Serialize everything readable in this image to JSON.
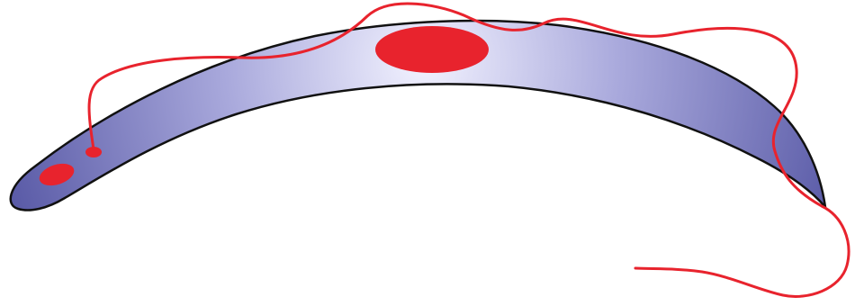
{
  "diagram": {
    "subject": "trypanosome-cell",
    "colors": {
      "background": "#ffffff",
      "cell_body_center": "#f2f2ff",
      "cell_body_mid": "#a9a9dc",
      "cell_body_edge": "#4e4f9f",
      "outline": "#111111",
      "organelle_red": "#e8232d",
      "flagellum_red": "#e8232d"
    },
    "parts": [
      {
        "id": "cell-body",
        "type": "crescent-body"
      },
      {
        "id": "nucleus",
        "type": "oval-organelle"
      },
      {
        "id": "kinetoplast",
        "type": "oval-organelle"
      },
      {
        "id": "basal-body",
        "type": "small-dot"
      },
      {
        "id": "flagellum",
        "type": "curved-line"
      }
    ]
  }
}
